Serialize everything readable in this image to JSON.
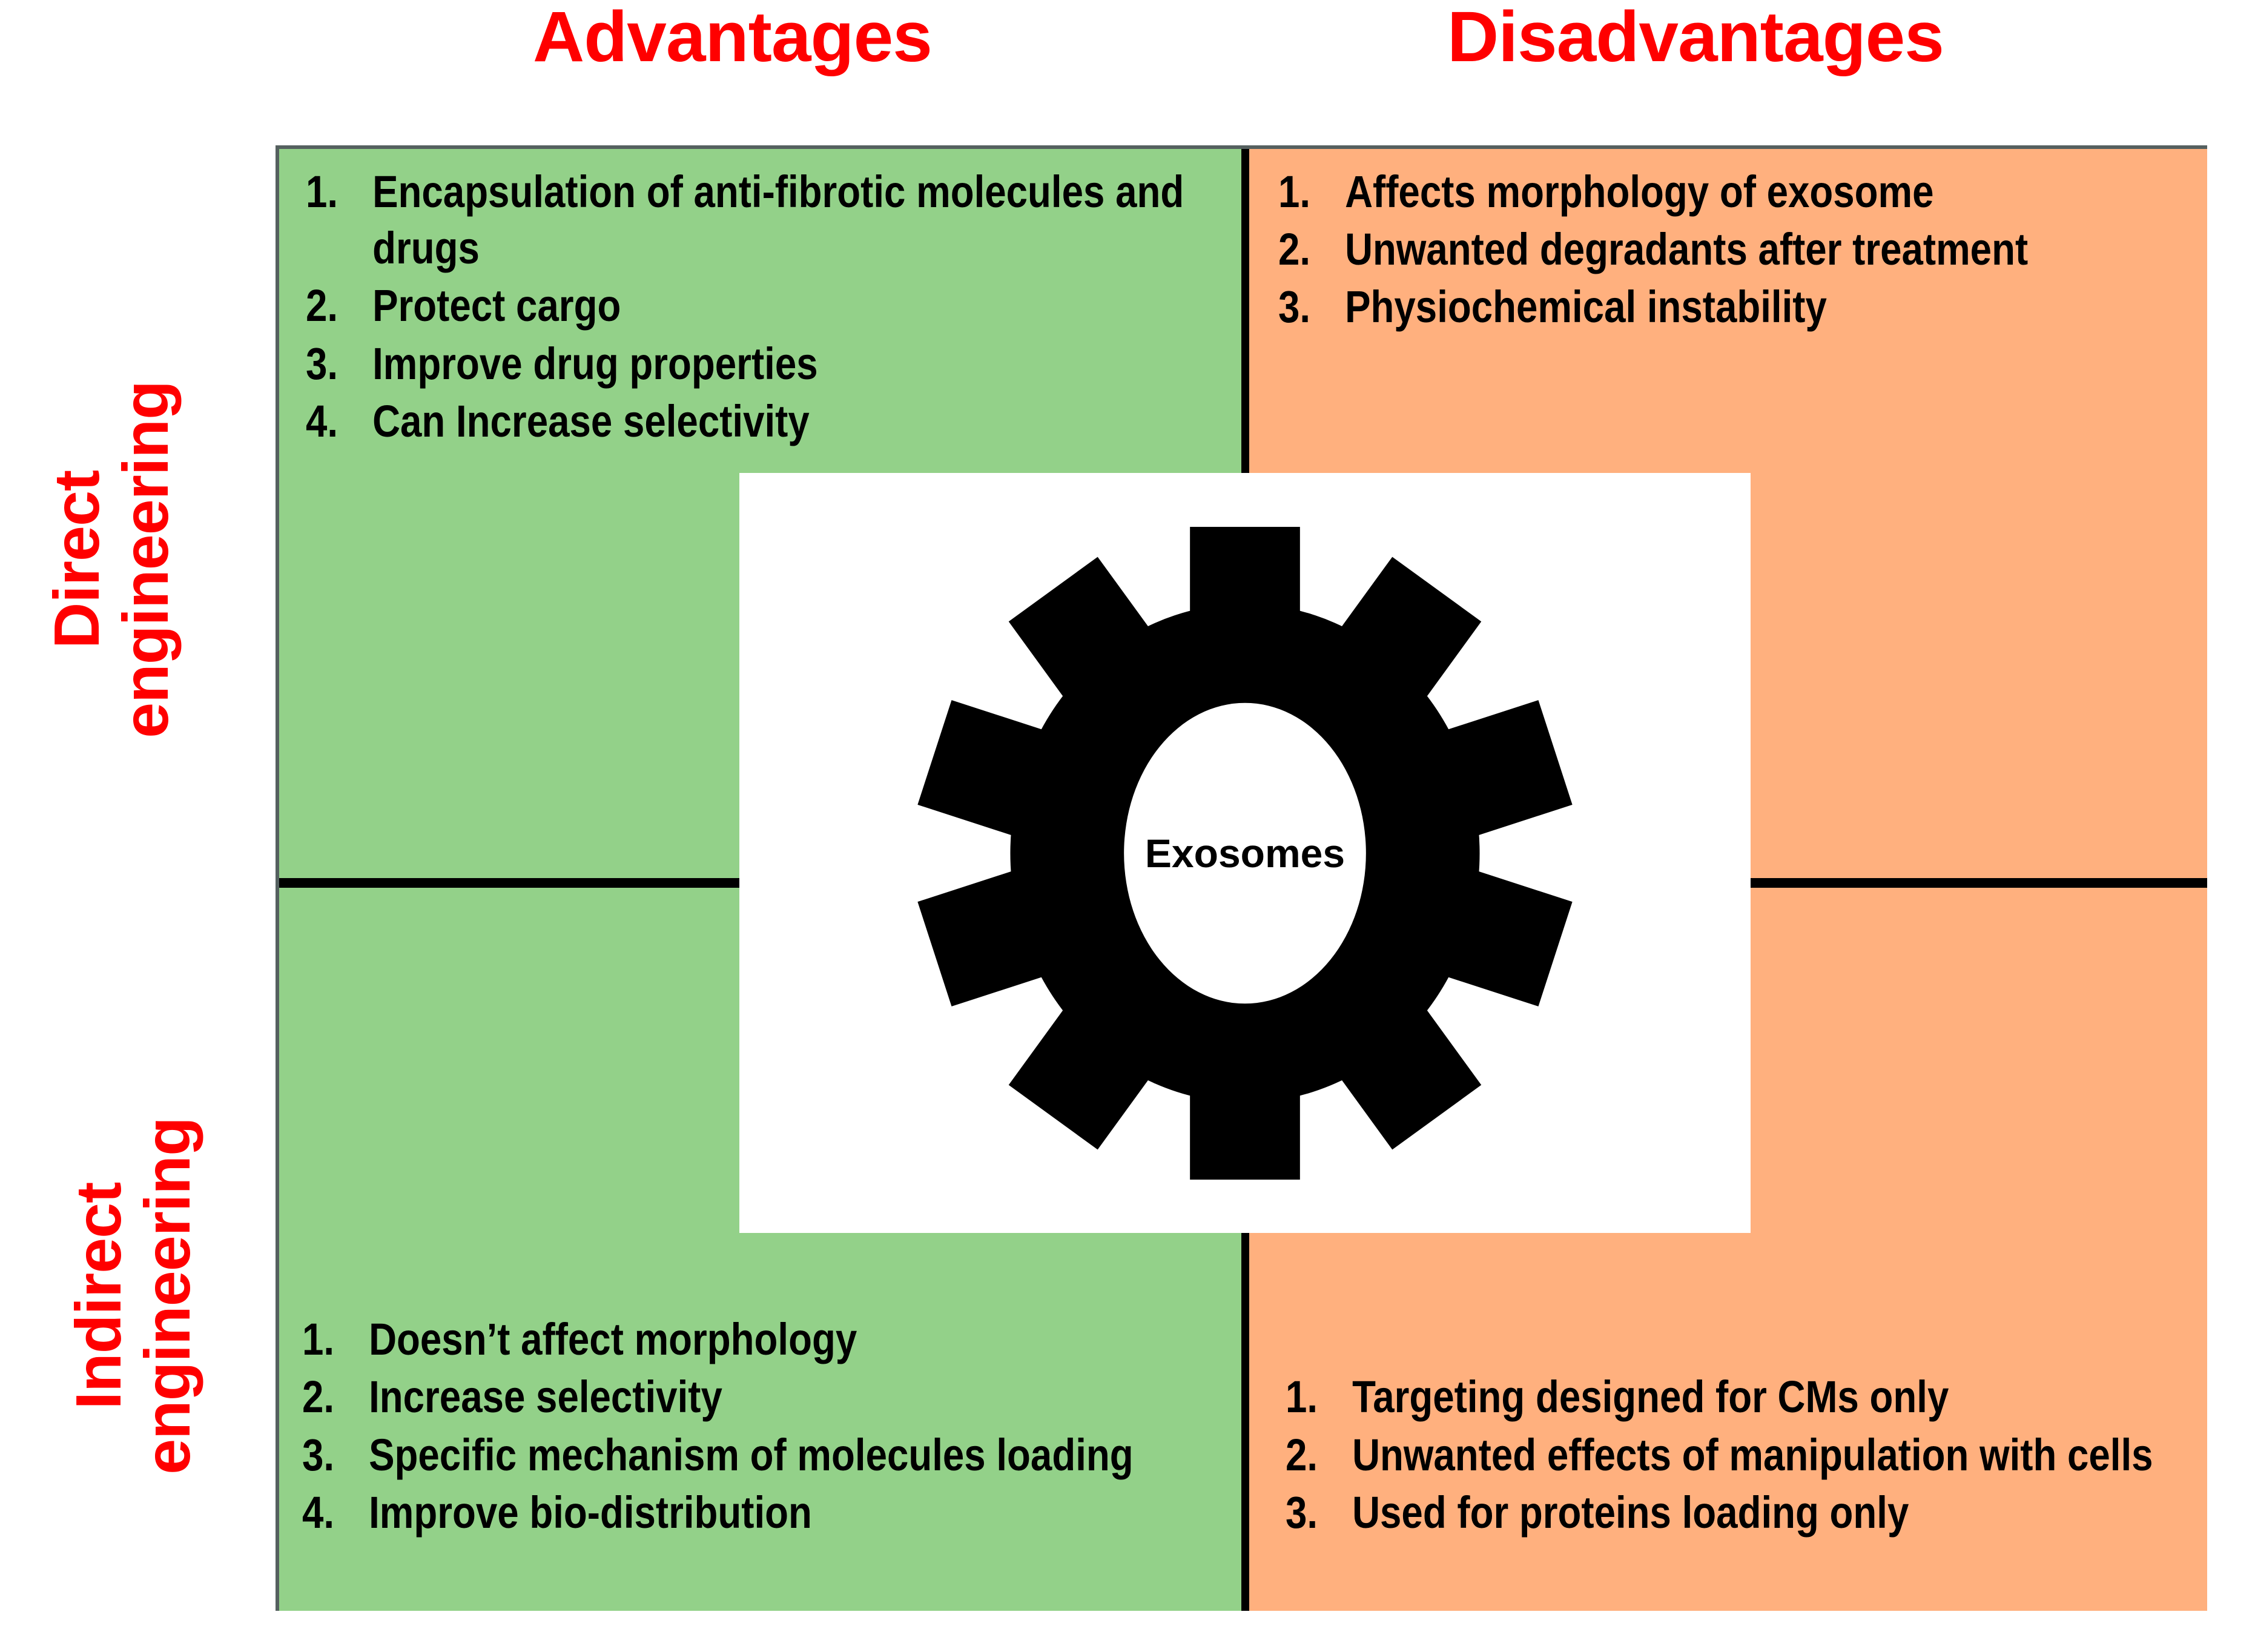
{
  "headers": {
    "advantages": "Advantages",
    "disadvantages": "Disadvantages"
  },
  "row_labels": {
    "direct": "Direct\nengineering",
    "indirect": "Indirect\nengineering"
  },
  "center": {
    "label": "Exosomes",
    "icon": "gear-icon"
  },
  "colors": {
    "header_red": "#ff0000",
    "advantages_bg": "#93d189",
    "disadvantages_bg": "#ffb07e",
    "divider": "#000000",
    "border": "#55605f",
    "gear": "#000000"
  },
  "quadrants": {
    "direct_advantages": {
      "items": [
        {
          "num": "1.",
          "text": "Encapsulation of anti-fibrotic molecules and drugs"
        },
        {
          "num": "2.",
          "text": "Protect cargo"
        },
        {
          "num": "3.",
          "text": "Improve drug properties"
        },
        {
          "num": "4.",
          "text": "Can Increase selectivity"
        }
      ]
    },
    "direct_disadvantages": {
      "items": [
        {
          "num": "1.",
          "text": "Affects morphology of exosome"
        },
        {
          "num": "2.",
          "text": "Unwanted degradants after treatment"
        },
        {
          "num": "3.",
          "text": "Physiochemical instability"
        }
      ]
    },
    "indirect_advantages": {
      "items": [
        {
          "num": "1.",
          "text": "Doesn’t affect morphology"
        },
        {
          "num": "2.",
          "text": "Increase selectivity"
        },
        {
          "num": "3.",
          "text": "Specific mechanism of molecules loading"
        },
        {
          "num": "4.",
          "text": "Improve bio-distribution"
        }
      ]
    },
    "indirect_disadvantages": {
      "items": [
        {
          "num": "1.",
          "text": "Targeting designed for CMs only"
        },
        {
          "num": "2.",
          "text": "Unwanted effects of manipulation with cells"
        },
        {
          "num": "3.",
          "text": "Used for proteins loading only"
        }
      ]
    }
  }
}
